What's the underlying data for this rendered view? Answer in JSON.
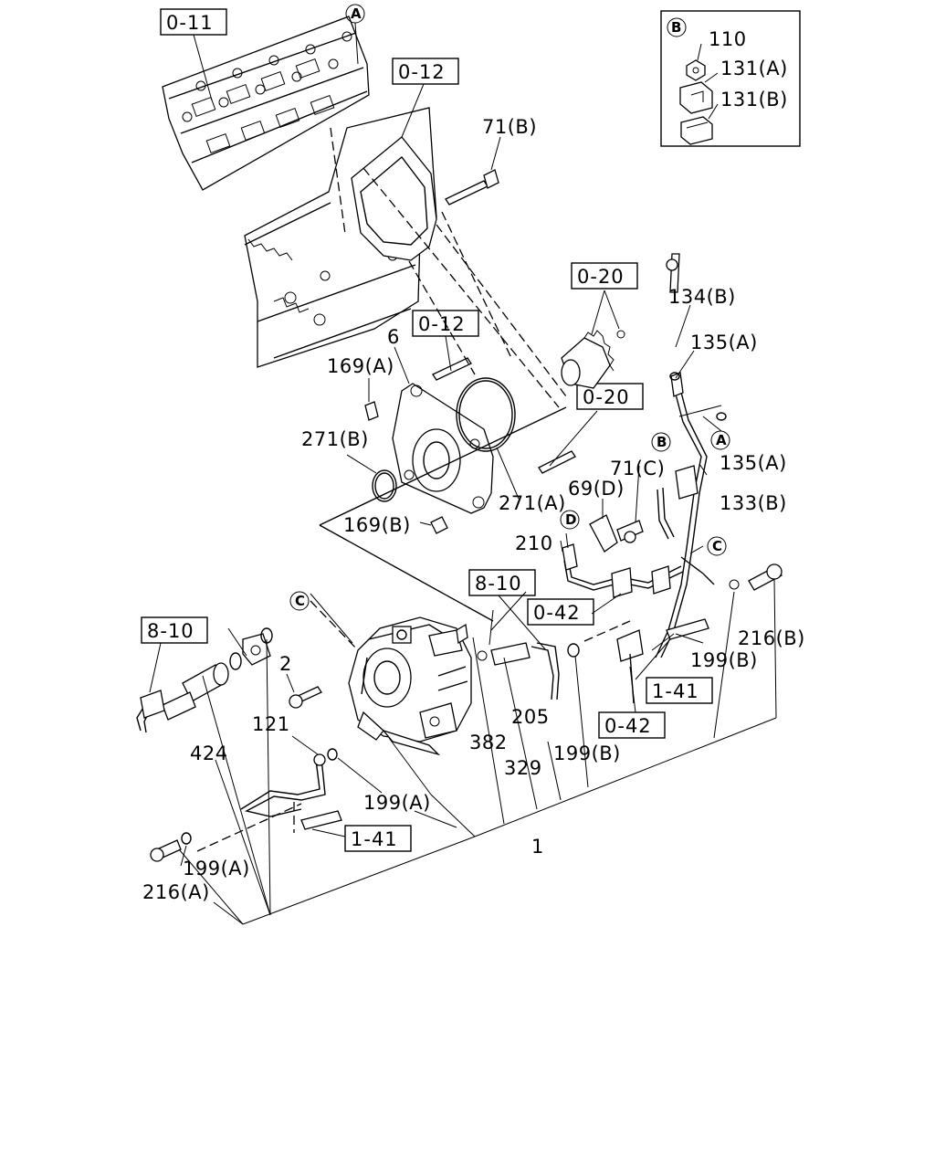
{
  "figure": {
    "refs": {
      "r011": "0-11",
      "r012a": "0-12",
      "r012b": "0-12",
      "r020a": "0-20",
      "r020b": "0-20",
      "r810a": "8-10",
      "r810b": "8-10",
      "r042a": "0-42",
      "r042b": "0-42",
      "r141a": "1-41",
      "r141b": "1-41"
    },
    "inset": {
      "marker": "B",
      "labels": [
        "110",
        "131(A)",
        "131(B)"
      ]
    },
    "callouts": {
      "c1": "1",
      "c2": "2",
      "c6": "6",
      "c71b": "71(B)",
      "c71c": "71(C)",
      "c69d": "69(D)",
      "c121": "121",
      "c133b": "133(B)",
      "c134b": "134(B)",
      "c135a_1": "135(A)",
      "c135a_2": "135(A)",
      "c169a": "169(A)",
      "c169b": "169(B)",
      "c199a_1": "199(A)",
      "c199a_2": "199(A)",
      "c199b_1": "199(B)",
      "c199b_2": "199(B)",
      "c205": "205",
      "c210": "210",
      "c216a": "216(A)",
      "c216b": "216(B)",
      "c271a": "271(A)",
      "c271b": "271(B)",
      "c329": "329",
      "c382": "382",
      "c424": "424"
    },
    "markers": {
      "mA1": "A",
      "mA2": "A",
      "mB1": "B",
      "mC1": "C",
      "mC2": "C",
      "mD1": "D"
    }
  }
}
